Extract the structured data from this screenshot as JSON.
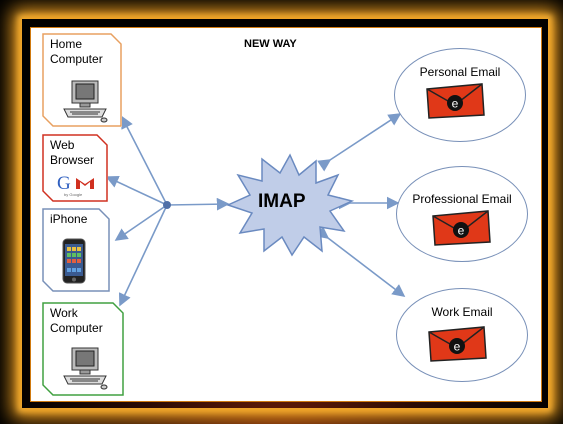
{
  "title": "NEW WAY",
  "hub": {
    "label": "IMAP"
  },
  "devices": [
    {
      "label": "Home\nComputer",
      "icon": "computer-icon",
      "border_color": "#e8a060"
    },
    {
      "label": "Web\nBrowser",
      "icon": "gmail-icon",
      "border_color": "#d03020"
    },
    {
      "label": "iPhone",
      "icon": "iphone-icon",
      "border_color": "#7890b8"
    },
    {
      "label": "Work\nComputer",
      "icon": "computer-icon",
      "border_color": "#40a040"
    }
  ],
  "accounts": [
    {
      "label": "Personal Email",
      "icon": "envelope-icon"
    },
    {
      "label": "Professional Email",
      "icon": "envelope-icon"
    },
    {
      "label": "Work Email",
      "icon": "envelope-icon"
    }
  ],
  "gmail_logo_sub": "by Google",
  "colors": {
    "arrow": "#7a9ac8",
    "hub_fill": "#c0cde8",
    "envelope": "#e03818",
    "frame_glow": "#f0a020"
  }
}
